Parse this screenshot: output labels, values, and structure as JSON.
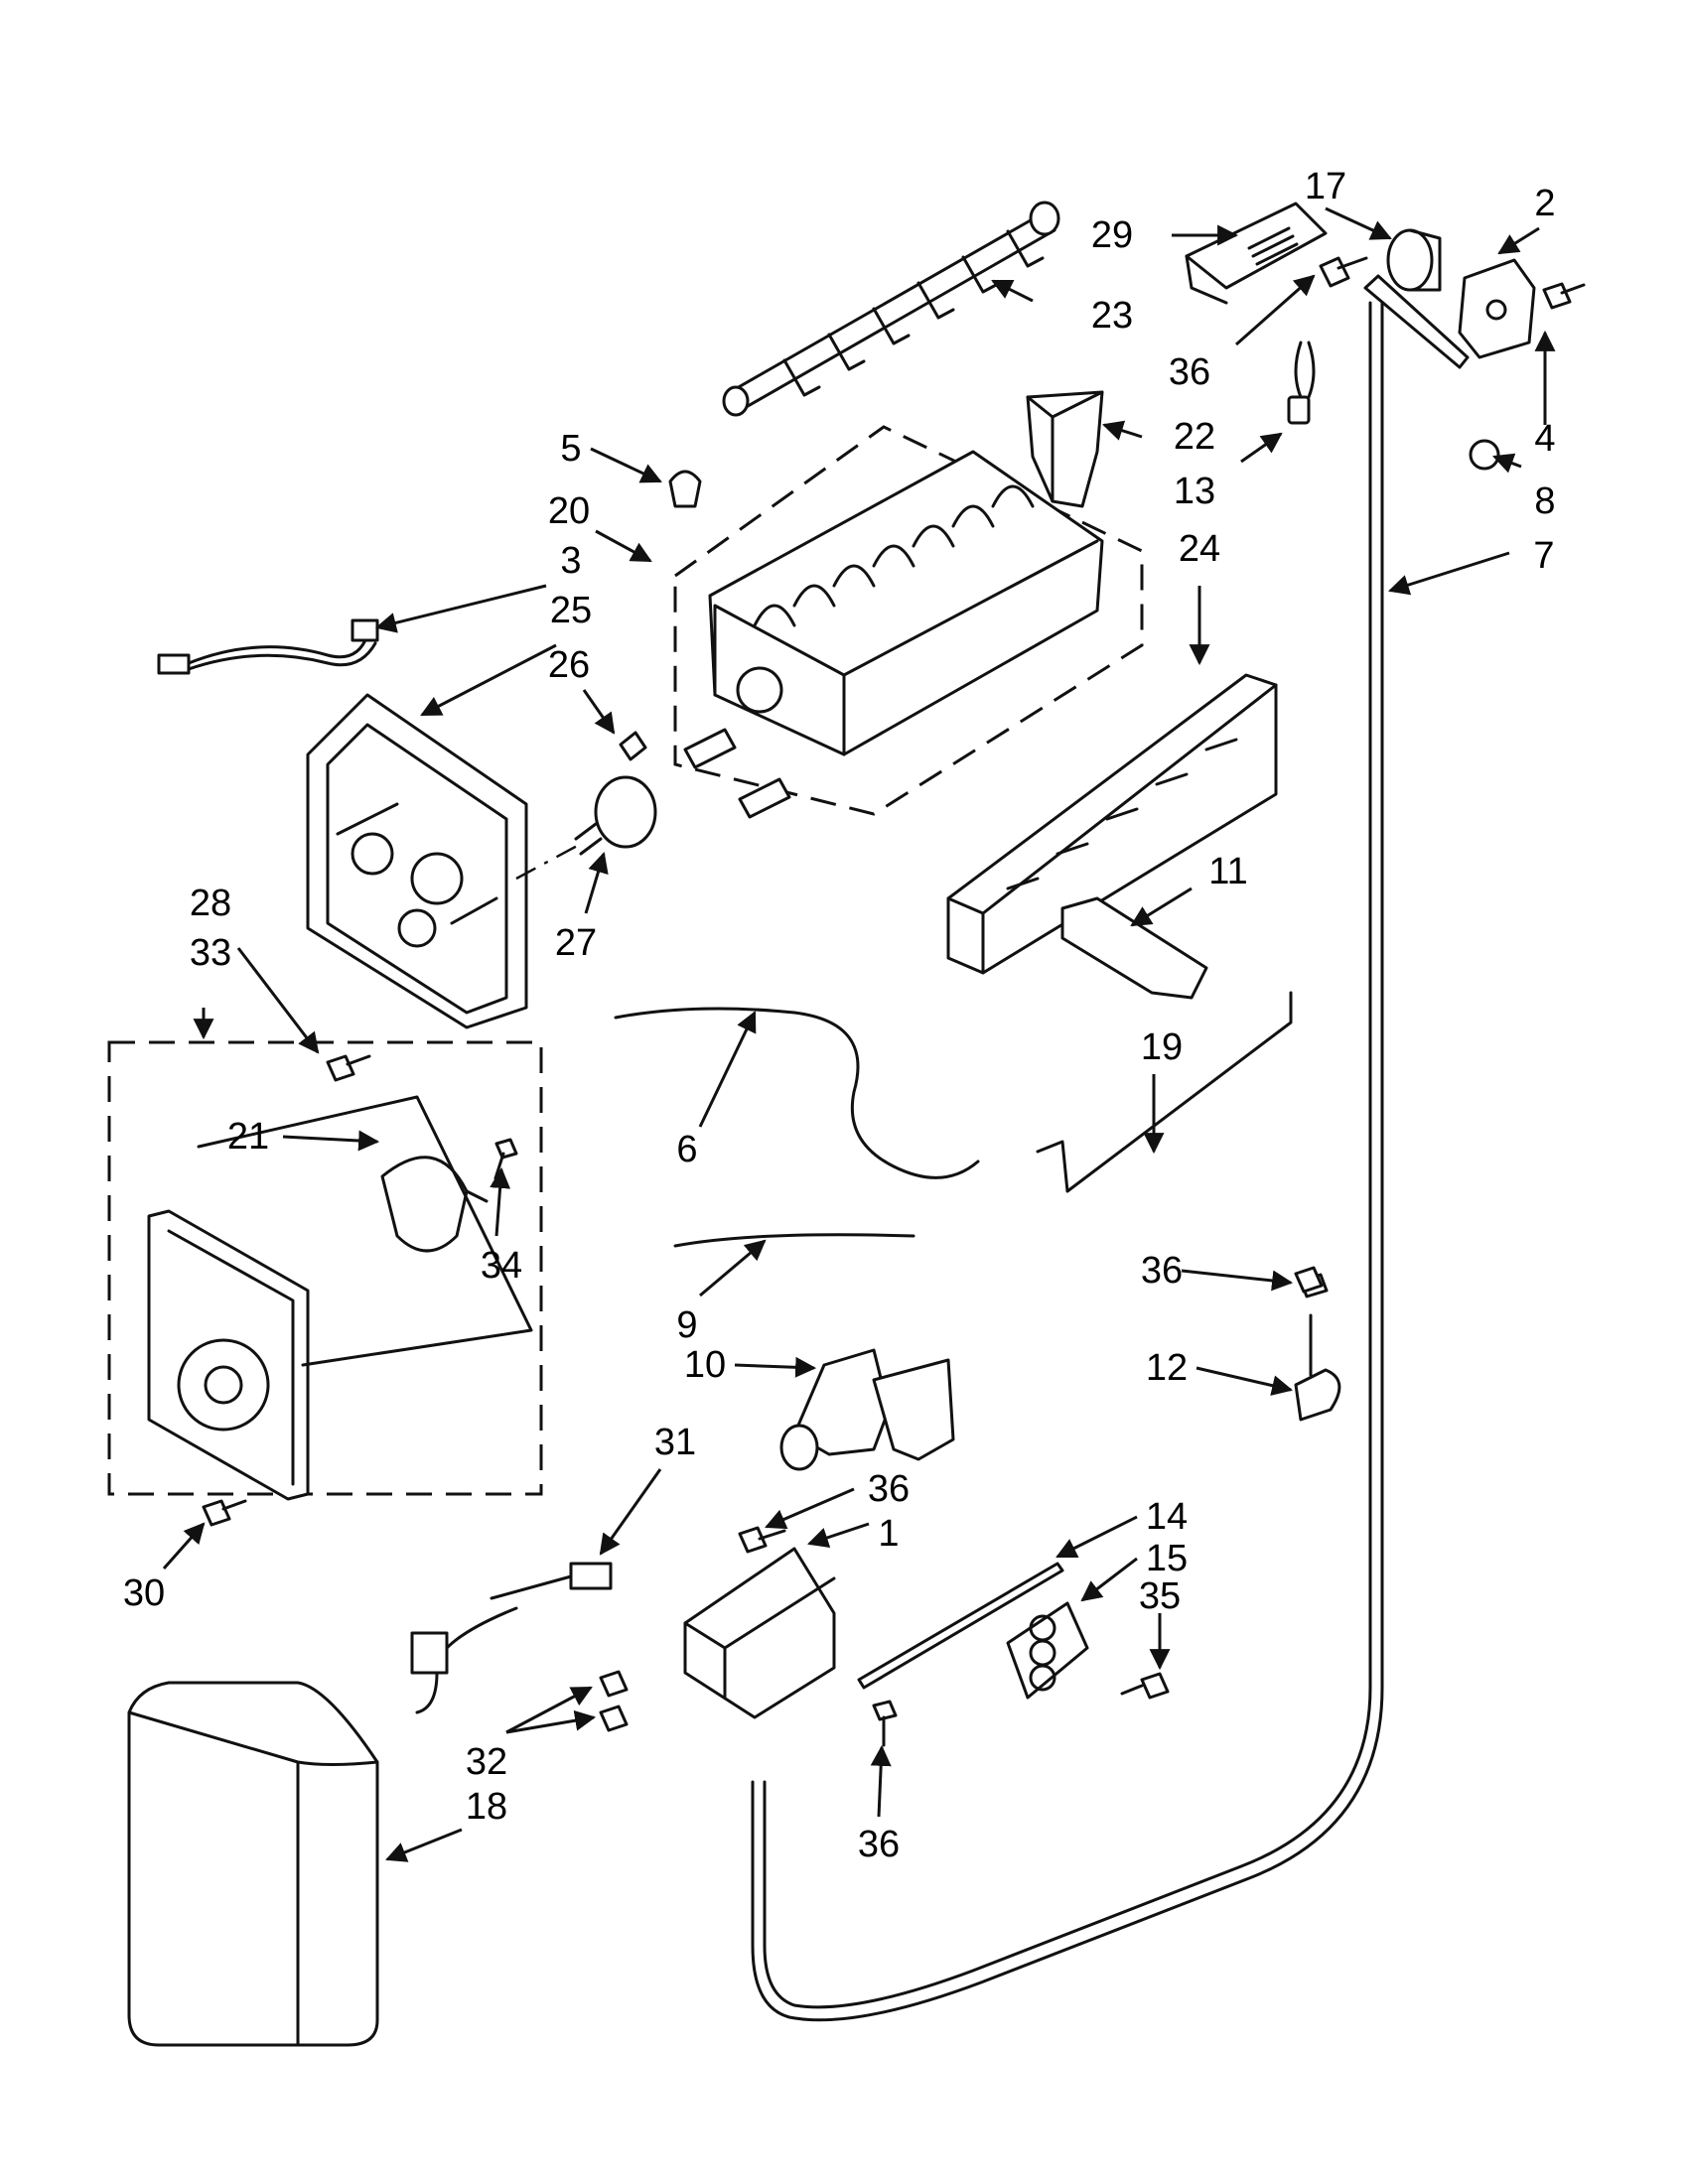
{
  "callouts": {
    "c1": "1",
    "c2": "2",
    "c3": "3",
    "c4": "4",
    "c5": "5",
    "c6": "6",
    "c7": "7",
    "c8": "8",
    "c9": "9",
    "c10": "10",
    "c11": "11",
    "c12": "12",
    "c13": "13",
    "c14": "14",
    "c15": "15",
    "c17": "17",
    "c18": "18",
    "c19": "19",
    "c20": "20",
    "c21": "21",
    "c22": "22",
    "c23": "23",
    "c24": "24",
    "c25": "25",
    "c26": "26",
    "c27": "27",
    "c28": "28",
    "c29": "29",
    "c30": "30",
    "c31": "31",
    "c32": "32",
    "c33": "33",
    "c34": "34",
    "c35": "35",
    "c36a": "36",
    "c36b": "36",
    "c36c": "36",
    "c36d": "36"
  }
}
